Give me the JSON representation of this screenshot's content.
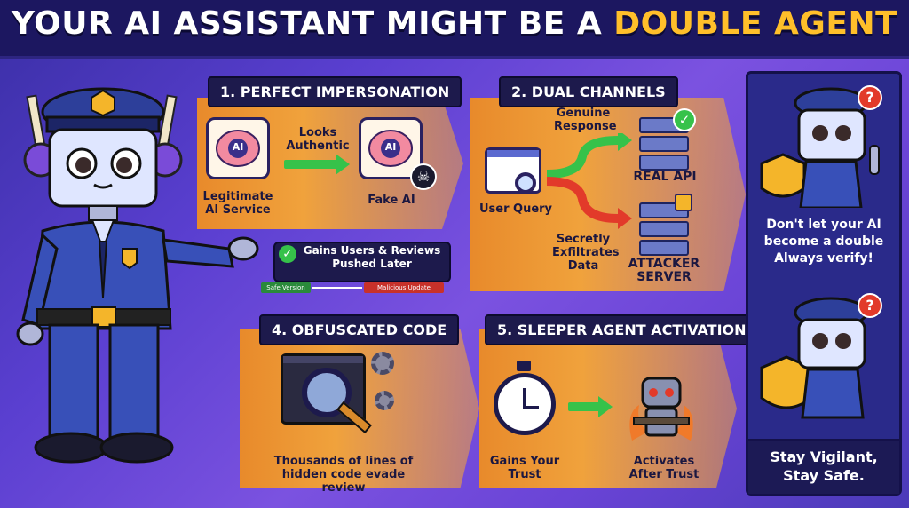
{
  "header": {
    "title_main": "YOUR AI ASSISTANT MIGHT BE A ",
    "title_highlight": "DOUBLE AGENT"
  },
  "sections": {
    "impersonation": {
      "label": "1. PERFECT IMPERSONATION",
      "left_caption": "Legitimate AI Service",
      "arrow_caption": "Looks Authentic",
      "right_caption": "Fake AI",
      "brain_text": "AI"
    },
    "channels": {
      "label": "2. DUAL CHANNELS",
      "query_caption": "User Query",
      "genuine_caption": "Genuine Response",
      "exfil_caption": "Secretly Exfiltrates Data",
      "real_api": "REAL API",
      "attacker": "ATTACKER SERVER"
    },
    "update": {
      "banner": "Gains Users & Reviews Pushed Later",
      "safe": "Safe Version",
      "malicious": "Malicious Update"
    },
    "obfuscated": {
      "label": "4. OBFUSCATED CODE",
      "caption": "Thousands of lines of hidden code evade review"
    },
    "sleeper": {
      "label": "5. SLEEPER AGENT ACTIVATION",
      "trust_caption": "Gains Your Trust",
      "activate_caption": "Activates After Trust"
    }
  },
  "sidebar": {
    "warning": "Don't let your AI become a double Always verify!",
    "closing": "Stay Vigilant, Stay Safe.",
    "question_mark": "?"
  },
  "colors": {
    "accent": "#ffbf2a",
    "panel": "#f0a23c",
    "dark": "#1d1a4c",
    "green": "#36c24a",
    "red": "#e23a2a"
  }
}
